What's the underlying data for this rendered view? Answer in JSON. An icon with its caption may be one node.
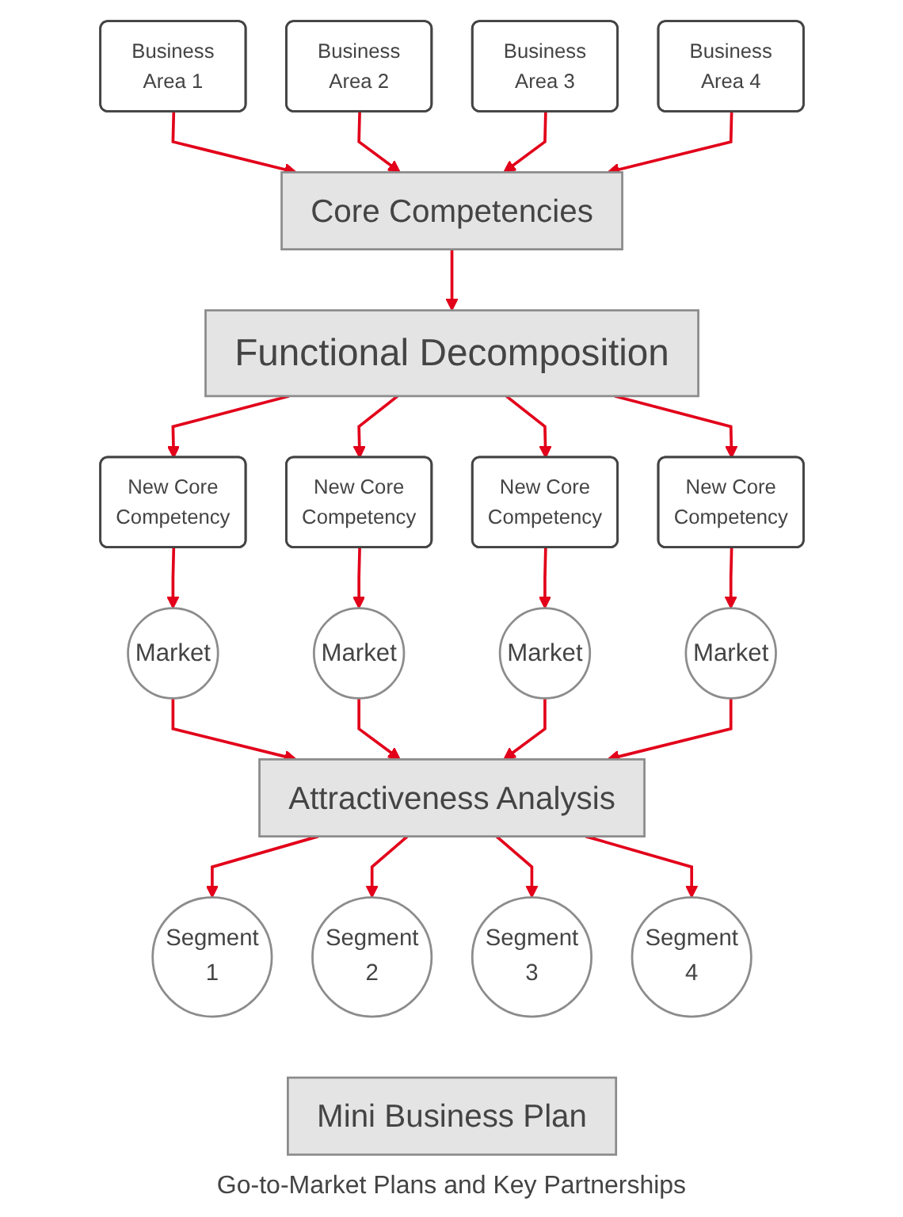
{
  "diagram": {
    "caption": "Go-to-Market Plans and Key Partnerships",
    "nodes": [
      {
        "text": [
          "Business Area 1"
        ]
      },
      {
        "text": [
          "Business Area 2"
        ]
      },
      {
        "text": [
          "Business Area 3"
        ]
      },
      {
        "text": [
          "Business Area 4"
        ]
      },
      {
        "text": [
          "Core Competencies"
        ]
      },
      {
        "text": [
          "Functional Decomposition"
        ]
      },
      {
        "text": [
          "New Core Competency"
        ]
      },
      {
        "text": [
          "New Core Competency"
        ]
      },
      {
        "text": [
          "New Core Competency"
        ]
      },
      {
        "text": [
          "New Core Competency"
        ]
      },
      {
        "text": [
          "Market"
        ]
      },
      {
        "text": [
          "Market"
        ]
      },
      {
        "text": [
          "Market"
        ]
      },
      {
        "text": [
          "Market"
        ]
      },
      {
        "text": [
          "Attractiveness Analysis"
        ]
      },
      {
        "text": [
          "Segment 1"
        ]
      },
      {
        "text": [
          "Segment 2"
        ]
      },
      {
        "text": [
          "Segment 3"
        ]
      },
      {
        "text": [
          "Segment 4"
        ]
      },
      {
        "text": [
          "Mini Business Plan"
        ]
      }
    ],
    "edges": [
      {
        "from": 0,
        "to": 4,
        "arrow": "to"
      },
      {
        "from": 1,
        "to": 4,
        "arrow": "to"
      },
      {
        "from": 2,
        "to": 4,
        "arrow": "to"
      },
      {
        "from": 3,
        "to": 4,
        "arrow": "to"
      },
      {
        "from": 4,
        "to": 5,
        "arrow": "to"
      },
      {
        "from": 5,
        "to": 6,
        "arrow": "to"
      },
      {
        "from": 5,
        "to": 7,
        "arrow": "to"
      },
      {
        "from": 5,
        "to": 8,
        "arrow": "to"
      },
      {
        "from": 5,
        "to": 9,
        "arrow": "to"
      },
      {
        "from": 6,
        "to": 10,
        "arrow": "to"
      },
      {
        "from": 7,
        "to": 12,
        "arrow": "to"
      },
      {
        "from": 8,
        "to": 13,
        "arrow": "to"
      },
      {
        "from": 9,
        "to": 11,
        "arrow": "to"
      },
      {
        "from": 10,
        "to": 14,
        "arrow": "to"
      },
      {
        "from": 11,
        "to": 14,
        "arrow": "to"
      },
      {
        "from": 12,
        "to": 14,
        "arrow": "to"
      },
      {
        "from": 13,
        "to": 14,
        "arrow": "to"
      },
      {
        "from": 14,
        "to": 15,
        "arrow": "to"
      },
      {
        "from": 14,
        "to": 16,
        "arrow": "to"
      },
      {
        "from": 14,
        "to": 17,
        "arrow": "to"
      },
      {
        "from": 14,
        "to": 18,
        "arrow": "to"
      }
    ]
  }
}
